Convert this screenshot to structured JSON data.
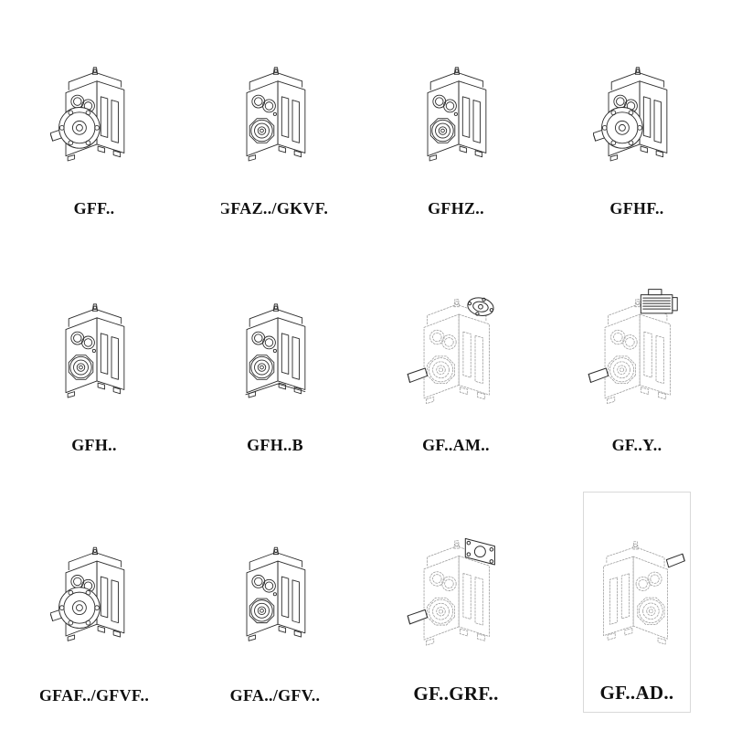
{
  "page": {
    "background_color": "#ffffff",
    "line_color": "#2d2d2d",
    "phantom_line_color": "#9b9b9b"
  },
  "grid": {
    "columns": 4,
    "rows": 3,
    "cells": [
      {
        "label": "GFF..",
        "drawing": "gearbox-flange-output-solid"
      },
      {
        "label": "GFAZ../GKVF..",
        "drawing": "gearbox-shaft-output-solid"
      },
      {
        "label": "GFHZ..",
        "drawing": "gearbox-shaft-output-solid"
      },
      {
        "label": "GFHF..",
        "drawing": "gearbox-flange-output-solid"
      },
      {
        "label": "GFH..",
        "drawing": "gearbox-shaft-output-solid"
      },
      {
        "label": "GFH..B",
        "drawing": "gearbox-foot-mounted-solid"
      },
      {
        "label": "GF..AM..",
        "drawing": "gearbox-phantom-servo-adapter"
      },
      {
        "label": "GF..Y..",
        "drawing": "gearbox-phantom-with-motor"
      },
      {
        "label": "GFAF../GFVF..",
        "drawing": "gearbox-flange-output-solid"
      },
      {
        "label": "GFA../GFV..",
        "drawing": "gearbox-shaft-output-solid"
      },
      {
        "label": "GF..GRF..",
        "drawing": "gearbox-phantom-input-flange"
      },
      {
        "label": "GF..AD..",
        "drawing": "gearbox-phantom-shaft-input"
      }
    ]
  }
}
